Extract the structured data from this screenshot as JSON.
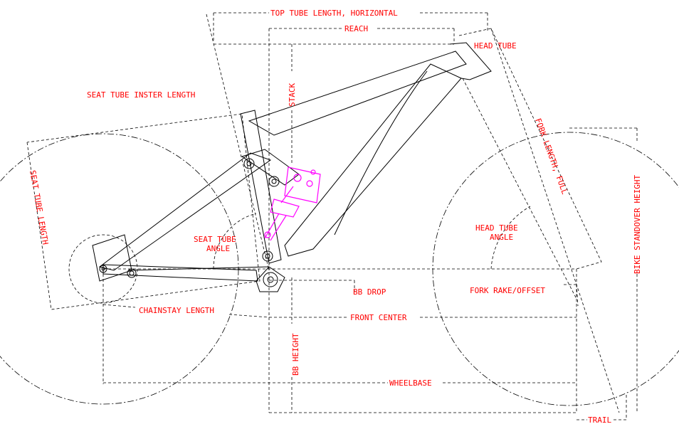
{
  "colors": {
    "background": "#ffffff",
    "line": "#000000",
    "label": "#ff0000",
    "shock": "#ff00ff"
  },
  "labels": {
    "top_tube_length": "TOP TUBE LENGTH, HORIZONTAL",
    "reach": "REACH",
    "head_tube": "HEAD TUBE",
    "seat_tube_insert": "SEAT TUBE INSTER LENGTH",
    "stack": "STACK",
    "fork_length": "FORK LENGTH, FULL",
    "seat_tube_length": "SEAT TUBE LENGTH",
    "bike_standover": "BIKE STANDOVER HEIGHT",
    "seat_tube_angle_1": "SEAT TUBE",
    "seat_tube_angle_2": "ANGLE",
    "head_tube_angle_1": "HEAD TUBE",
    "head_tube_angle_2": "ANGLE",
    "bb_drop": "BB DROP",
    "fork_rake": "FORK RAKE/OFFSET",
    "chainstay_length": "CHAINSTAY LENGTH",
    "front_center": "FRONT CENTER",
    "bb_height": "BB HEIGHT",
    "wheelbase": "WHEELBASE",
    "trail": "TRAIL"
  }
}
